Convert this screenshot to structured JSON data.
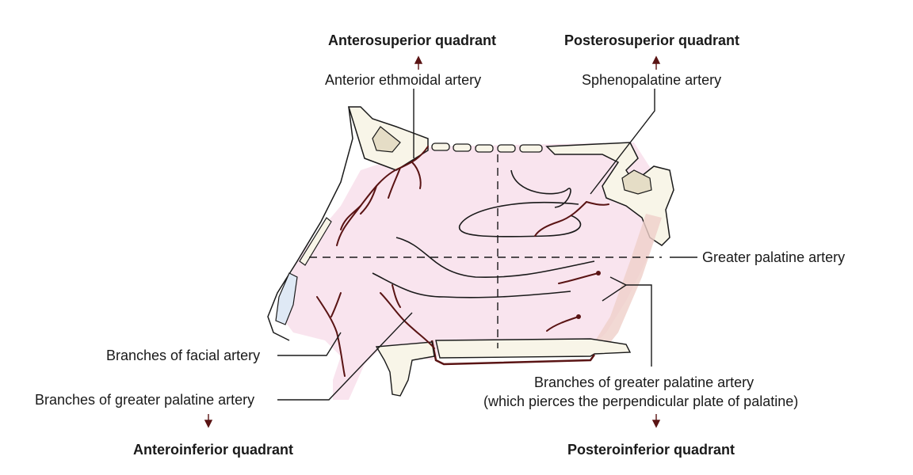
{
  "colors": {
    "mucosa": "#f9e4ee",
    "bone": "#f8f5e8",
    "bone_stroke": "#1a1a1a",
    "artery": "#5a1414",
    "leader": "#1a1a1a",
    "quadrant_arrow": "#5a1414"
  },
  "quadrants": {
    "anterosuperior": "Anterosuperior quadrant",
    "posterosuperior": "Posterosuperior quadrant",
    "anteroinferior": "Anteroinferior quadrant",
    "posteroinferior": "Posteroinferior quadrant"
  },
  "labels": {
    "anterior_ethmoidal": "Anterior ethmoidal artery",
    "sphenopalatine": "Sphenopalatine artery",
    "greater_palatine": "Greater palatine artery",
    "branches_facial": "Branches of facial artery",
    "branches_greater_palatine_left": "Branches of greater palatine artery",
    "branches_greater_palatine_right_1": "Branches of greater palatine artery",
    "branches_greater_palatine_right_2": "(which pierces the perpendicular plate of palatine)"
  }
}
